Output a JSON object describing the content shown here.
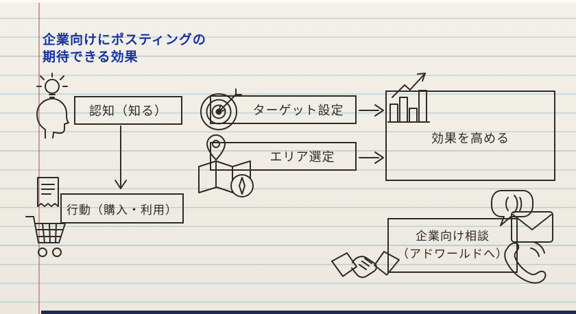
{
  "title": {
    "line1": "企業向けにポスティングの",
    "line2": "期待できる効果"
  },
  "diagram": {
    "awareness": "認知（知る）",
    "action": "行動（購入・利用）",
    "targeting": "ターゲット設定",
    "area": "エリア選定",
    "effect": "効果を高める",
    "consult_line1": "企業向け相談",
    "consult_line2": "（アドワールドへ）"
  },
  "icons": {
    "head_lightbulb": "head-lightbulb-icon",
    "receipt": "receipt-icon",
    "cart": "shopping-cart-icon",
    "dartboard": "dartboard-icon",
    "map": "map-pin-compass-icon",
    "chart": "bar-chart-growth-icon",
    "handshake": "handshake-icon",
    "speech": "speech-bubble-icon",
    "envelope": "envelope-icon",
    "phone": "phone-icon"
  },
  "colors": {
    "title": "#1733a0",
    "ink": "#2e2b28",
    "paper": "#f1eee6",
    "ruled_line": "#a9c9da",
    "margin_line": "#c4574e"
  }
}
